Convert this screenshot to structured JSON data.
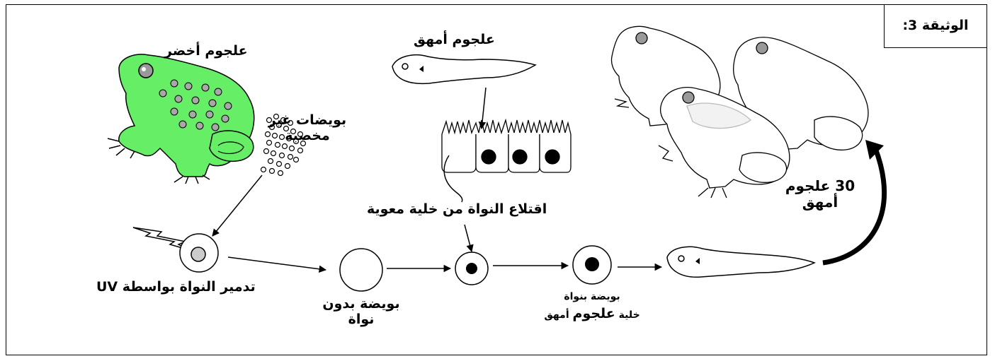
{
  "document_label": "الوثيقة 3:",
  "labels": {
    "green_frog": "علجوم أخضر",
    "unfertilized_eggs_line1": "بويضات غير",
    "unfertilized_eggs_line2": "مخصبة",
    "albino_tadpole": "علجوم أمهق",
    "extract_nucleus": "اقتلاع النواة من خلية معوية",
    "uv_destroy": "تدمير النواة بواسطة UV",
    "egg_without_nucleus_line1": "بويضة بدون",
    "egg_without_nucleus_line2": "نواة",
    "egg_with_nucleus_line1": "بويضة بنواة",
    "egg_with_nucleus_line2_a": "خلية ",
    "egg_with_nucleus_line2_b": "علجوم",
    "egg_with_nucleus_line2_c": " أمهق",
    "albino_adults_line1": "30 علجوم",
    "albino_adults_line2": "أمهق"
  },
  "colors": {
    "green_frog": "#66ee66",
    "line": "#000000",
    "nucleus": "#000000",
    "spot": "#999999"
  }
}
